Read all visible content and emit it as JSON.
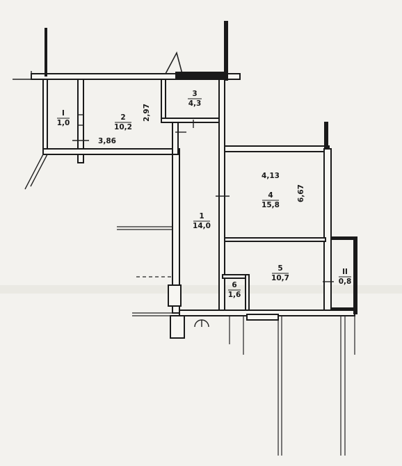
{
  "rooms": [
    {
      "id": "room-I",
      "number": "I",
      "area": "1,0"
    },
    {
      "id": "room-2",
      "number": "2",
      "area": "10,2"
    },
    {
      "id": "room-3",
      "number": "3",
      "area": "4,3"
    },
    {
      "id": "room-1",
      "number": "1",
      "area": "14,0"
    },
    {
      "id": "room-4",
      "number": "4",
      "area": "15,8"
    },
    {
      "id": "room-5",
      "number": "5",
      "area": "10,7"
    },
    {
      "id": "room-6",
      "number": "6",
      "area": "1,6"
    },
    {
      "id": "room-II",
      "number": "II",
      "area": "0,8"
    }
  ],
  "dimensions": {
    "room2_width": "3,86",
    "room2_depth": "2,97",
    "room4_width": "4,13",
    "room4_depth": "6,67"
  }
}
